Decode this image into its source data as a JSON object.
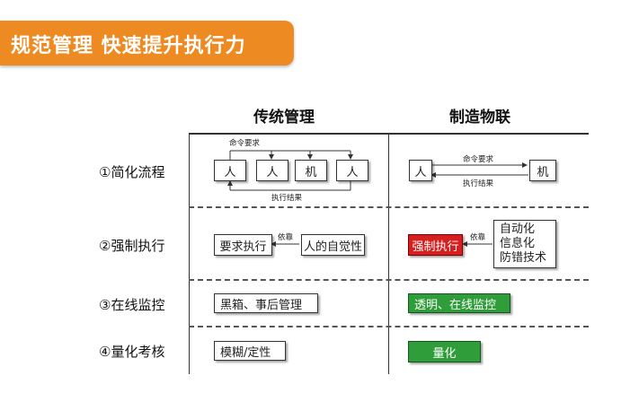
{
  "banner": {
    "title": "规范管理  快速提升执行力"
  },
  "columns": {
    "traditional": "传统管理",
    "iot": "制造物联"
  },
  "rows": [
    {
      "label": "①简化流程"
    },
    {
      "label": "②强制执行"
    },
    {
      "label": "③在线监控"
    },
    {
      "label": "④量化考核"
    }
  ],
  "row1": {
    "trad_boxes": [
      "人",
      "人",
      "机",
      "人"
    ],
    "trad_top": "命令要求",
    "trad_bottom": "执行结果",
    "iot_left": "人",
    "iot_right": "机",
    "iot_top": "命令要求",
    "iot_bottom": "执行结果"
  },
  "row2": {
    "trad_left": "要求执行",
    "trad_right": "人的自觉性",
    "trad_arrow": "依靠",
    "iot_left": "强制执行",
    "iot_right_lines": [
      "自动化",
      "信息化",
      "防错技术"
    ],
    "iot_arrow": "依靠"
  },
  "row3": {
    "trad": "黑箱、事后管理",
    "iot": "透明、在线监控"
  },
  "row4": {
    "trad": "模糊/定性",
    "iot": "量化"
  },
  "colors": {
    "banner": "#ee8a22",
    "red": "#d61f1f",
    "green": "#2f9e3a"
  }
}
